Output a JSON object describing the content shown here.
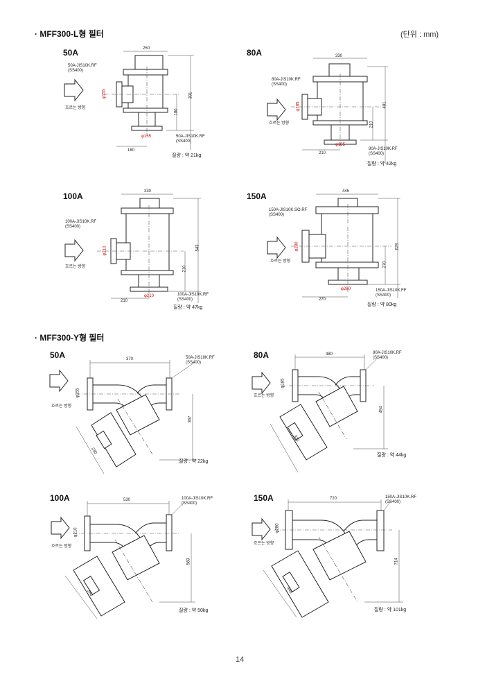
{
  "sections": {
    "l": {
      "title": "·  MFF300-L형 필터",
      "unit": "(단위 : mm)"
    },
    "y": {
      "title": "·  MFF300-Y형 필터"
    }
  },
  "flow_label": "흐르는 방향",
  "l_type": [
    {
      "size": "50A",
      "width": "250",
      "height": "391",
      "lower": "180",
      "offset": "180",
      "inlet_dia": "φ155",
      "outlet_dia": "φ155",
      "inlet_spec": "50A-JIS10K.RF\n(SS400)",
      "outlet_spec": "50A-JIS10K.RF\n(SS400)",
      "weight": "질량 : 약 21kg"
    },
    {
      "size": "80A",
      "width": "330",
      "height": "481",
      "lower": "210",
      "offset": "210",
      "inlet_dia": "φ185",
      "outlet_dia": "φ185",
      "inlet_spec": "80A-JIS10K.RF\n(SS400)",
      "outlet_spec": "80A-JIS10K.RF\n(SS400)",
      "weight": "질량 : 약 42kg"
    },
    {
      "size": "100A",
      "width": "330",
      "height": "543",
      "lower": "210",
      "offset": "210",
      "inlet_dia": "φ210",
      "outlet_dia": "φ210",
      "inlet_spec": "100A-JIS10K.RF\n(SS400)",
      "outlet_spec": "100A-JIS10K.RF\n(SS400)",
      "weight": "질량 : 약 47kg"
    },
    {
      "size": "150A",
      "width": "445",
      "height": "629",
      "lower": "270",
      "offset": "270",
      "inlet_dia": "φ280",
      "outlet_dia": "φ280",
      "inlet_spec": "150A-JIS10K.SO.RF\n(SS400)",
      "outlet_spec": "150A-JIS10K.FF\n(SS400)",
      "weight": "질량 : 약 80kg"
    }
  ],
  "y_type": [
    {
      "size": "50A",
      "width": "370",
      "height": "367",
      "diag": "230",
      "inlet_dia": "φ155",
      "spec": "50A-JIS10K.RF\n(SS400)",
      "weight": "질량 : 약 22kg"
    },
    {
      "size": "80A",
      "width": "480",
      "height": "494",
      "diag": "322",
      "inlet_dia": "φ185",
      "spec": "80A-JIS10K.RF\n(SS400)",
      "weight": "질량 : 약 44kg"
    },
    {
      "size": "100A",
      "width": "530",
      "height": "569",
      "diag": "360",
      "inlet_dia": "φ210",
      "spec": "100A-JIS10K.RF\n(SS400)",
      "weight": "질량 : 약 50kg"
    },
    {
      "size": "150A",
      "width": "720",
      "height": "714",
      "diag": "448",
      "inlet_dia": "φ280",
      "spec": "150A-JIS10K.RF\n(SS400)",
      "weight": "질량 : 약 101kg"
    }
  ],
  "page_number": "14"
}
